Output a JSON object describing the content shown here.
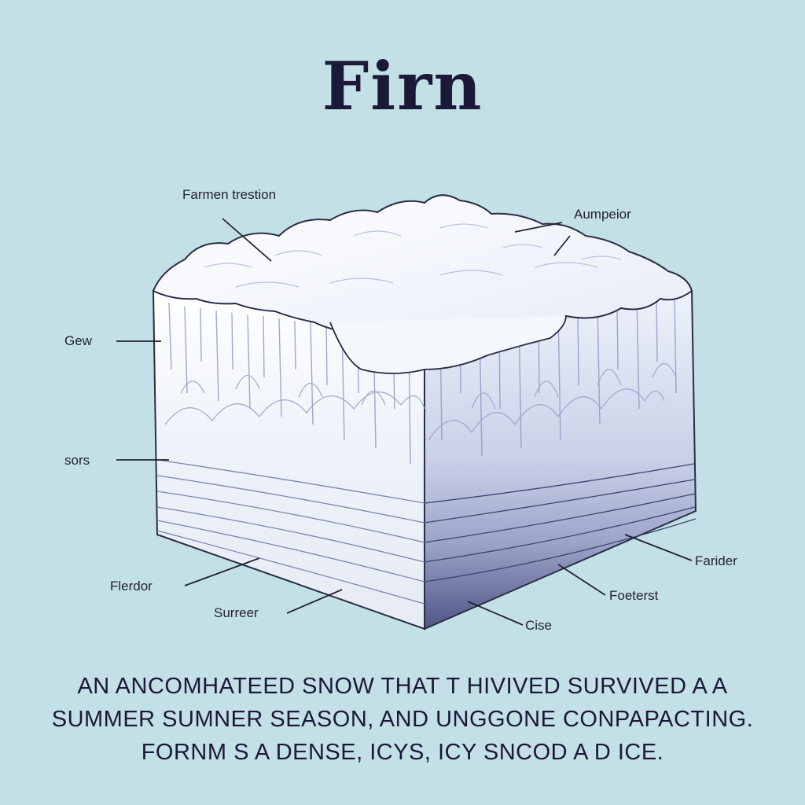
{
  "title": "Firn",
  "labels": {
    "farmen_trestion": "Farmen trestion",
    "aumpeior": "Aumpeior",
    "gew": "Gew",
    "sors": "sors",
    "flerdor": "Flerdor",
    "surreer": "Surreer",
    "farider": "Farider",
    "foeterst": "Foeterst",
    "cise": "Cise"
  },
  "caption": {
    "line1": "An ancomhateed  snow that t  hivived survived a a",
    "line2": "summer sumner season, and  unggone conpapacting.",
    "line3": "fornm s a  dense, icys, icy sncod a d  ice."
  },
  "colors": {
    "background": "#c3e0e7",
    "snow": "#f2f6fb",
    "ice_shadow": "#8a98c4",
    "deep_layer": "#5e6494",
    "text": "#1c1838"
  }
}
